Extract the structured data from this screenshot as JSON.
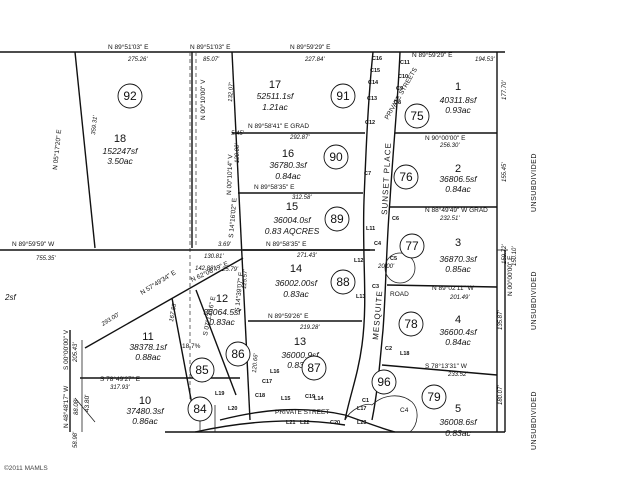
{
  "lots": [
    {
      "id": "1",
      "num": "1",
      "sf": "40311.8sf",
      "ac": "0.93ac"
    },
    {
      "id": "2",
      "num": "2",
      "sf": "36806.5sf",
      "ac": "0.84ac"
    },
    {
      "id": "3",
      "num": "3",
      "sf": "36870.3sf",
      "ac": "0.85ac"
    },
    {
      "id": "4",
      "num": "4",
      "sf": "36600.4sf",
      "ac": "0.84ac"
    },
    {
      "id": "5",
      "num": "5",
      "sf": "36008.6sf",
      "ac": "0.83ac"
    },
    {
      "id": "10",
      "num": "10",
      "sf": "37480.3sf",
      "ac": "0.86ac"
    },
    {
      "id": "11",
      "num": "11",
      "sf": "38378.1sf",
      "ac": "0.88ac"
    },
    {
      "id": "12",
      "num": "12",
      "sf": "36064.5sf",
      "ac": "0.83ac"
    },
    {
      "id": "13",
      "num": "13",
      "sf": "36000.9sf",
      "ac": "0.83ac"
    },
    {
      "id": "14",
      "num": "14",
      "sf": "36002.00sf",
      "ac": "0.83ac"
    },
    {
      "id": "15",
      "num": "15",
      "sf": "36004.0sf",
      "ac": "0.83 AQCRES"
    },
    {
      "id": "16",
      "num": "16",
      "sf": "36780.3sf",
      "ac": "0.84ac"
    },
    {
      "id": "17",
      "num": "17",
      "sf": "52511.1sf",
      "ac": "1.21ac"
    },
    {
      "id": "18",
      "num": "18",
      "sf": "152247sf",
      "ac": "3.50ac"
    }
  ],
  "circles": [
    "92",
    "91",
    "90",
    "89",
    "88",
    "86",
    "85",
    "84",
    "75",
    "76",
    "77",
    "78",
    "79",
    "87",
    "96"
  ],
  "bearings": {
    "top_left": "N 89°51'03\" E",
    "top_mid": "N 89°51'03\" E",
    "top_right": "N 89°59'29\" E",
    "top_far_right": "N 89°59'29\" E",
    "lot16_top": "N 89°58'41\" E GRAD",
    "lot1_bottom": "N 90°00'00\" E",
    "lot15_top": "N 89°58'35\" E",
    "lot2_bottom": "N 88°49'49\" W GRAD",
    "mid_left": "N 89°59'59\" W",
    "lot14_top": "N 89°58'35\" E",
    "lot3_bottom": "N 89°02'11\" W",
    "lot13_top": "N 89°59'26\" E",
    "lot4_bottom": "S 78°13'31\" W",
    "lot12_a": "N 57°49'34\" E",
    "lot12_b": "N 62°06'49\" E",
    "lot10_top": "S 78°49'27\" E",
    "lot18_side": "N 05°17'20\" E",
    "w_line_1": "N 00°10'00\" V",
    "w_line_2": "N 00°10'14\" V",
    "lot15_w": "S 14°16'02\" E",
    "lot14_w": "S 14°39'07\" E",
    "lot12_e": "S 07°13'16\" E",
    "east_1": "N 00°00'00\" E",
    "lot11_w": "S 00°00'00\" V",
    "lot10_w": "N 48°48'17\" W"
  },
  "distances": {
    "d1": "275.26'",
    "d2": "85.07'",
    "d3": "227.84'",
    "d4": "194.53'",
    "d5": "292.87'",
    "d6": "256.30'",
    "d7": "312.58'",
    "d8": "232.51'",
    "d9": "755.35'",
    "d10": "271.43'",
    "d11": "201.49'",
    "d12": "219.28'",
    "d13": "233.52'",
    "d14": "359.31'",
    "d15": "177.70'",
    "d16": "155.45'",
    "d17": "130.81'",
    "d18": "3.69'",
    "d19": "5.45'",
    "d20": "120.00'",
    "d21": "132.07'",
    "d22": "125.57'",
    "d23": "159.72'",
    "d24": "150.10'",
    "d25": "180.07'",
    "d26": "135.87'",
    "d27": "293.00'",
    "d28": "317.93'",
    "d29": "167.85'",
    "d30": "205.43'",
    "d31": "142.88'",
    "d32": "120.66'",
    "d33": "88.08'",
    "d34": "58.98'",
    "d35": "20.00'",
    "d36": "25.79'"
  },
  "road_labels": {
    "sunset": "SUNSET PLACE",
    "mesquite": "MESQUITE",
    "private": "PRIVATE STREETS",
    "road": "ROAD",
    "private2": "PRIVATE STREET"
  },
  "curve_labels": [
    "C16",
    "C15",
    "C14",
    "C13",
    "C12",
    "C11",
    "C10",
    "C9",
    "C8",
    "C7",
    "C6",
    "C5",
    "C4",
    "C3",
    "C2",
    "C1",
    "C17",
    "C18",
    "C19",
    "C20",
    "L11",
    "L12",
    "L13",
    "L14",
    "L15",
    "L16",
    "L17",
    "L18",
    "L19",
    "L20",
    "L21",
    "L22",
    "L23"
  ],
  "side_text": {
    "unsub1": "UNSUBDIVIDED",
    "unsub2": "UNSUBDIVIDED",
    "unsub3": "UNSUBDIVIDED"
  },
  "copyright": "©2011 MAMLS",
  "misc": {
    "sf_left": "2sf",
    "b_width": "43.80'",
    "ca": "C4",
    "zone": "18.7%"
  }
}
